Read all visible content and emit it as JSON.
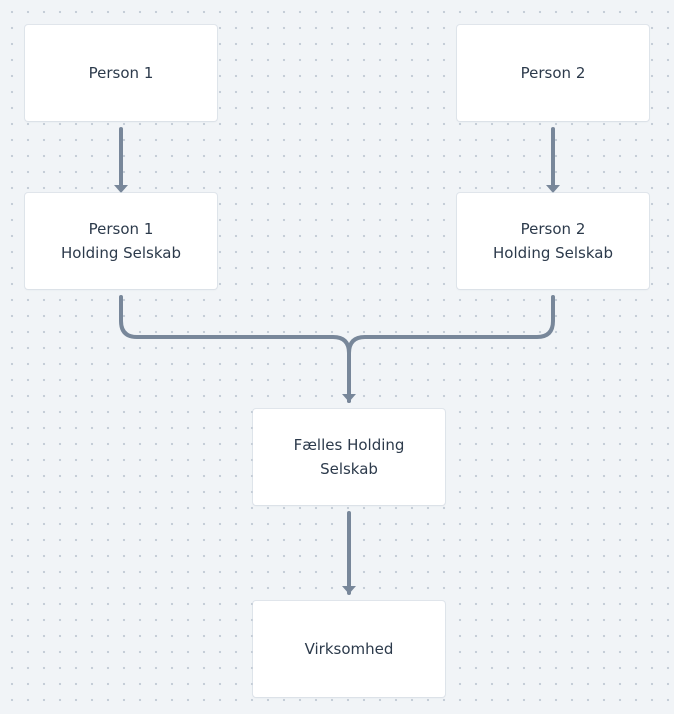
{
  "diagram": {
    "nodes": {
      "person_1": {
        "line1": "Person 1"
      },
      "person_2": {
        "line1": "Person 2"
      },
      "holding_1": {
        "line1": "Person 1",
        "line2": "Holding Selskab"
      },
      "holding_2": {
        "line1": "Person 2",
        "line2": "Holding Selskab"
      },
      "faelles": {
        "line1": "Fælles Holding",
        "line2": "Selskab"
      },
      "virksomhed": {
        "line1": "Virksomhed"
      }
    },
    "edges": [
      {
        "from": "person_1",
        "to": "holding_1"
      },
      {
        "from": "person_2",
        "to": "holding_2"
      },
      {
        "from": "holding_1",
        "to": "faelles"
      },
      {
        "from": "holding_2",
        "to": "faelles"
      },
      {
        "from": "faelles",
        "to": "virksomhed"
      }
    ],
    "colors": {
      "background": "#f1f4f7",
      "node_fill": "#ffffff",
      "text": "#2c3a4b",
      "edge": "#78879a"
    }
  }
}
